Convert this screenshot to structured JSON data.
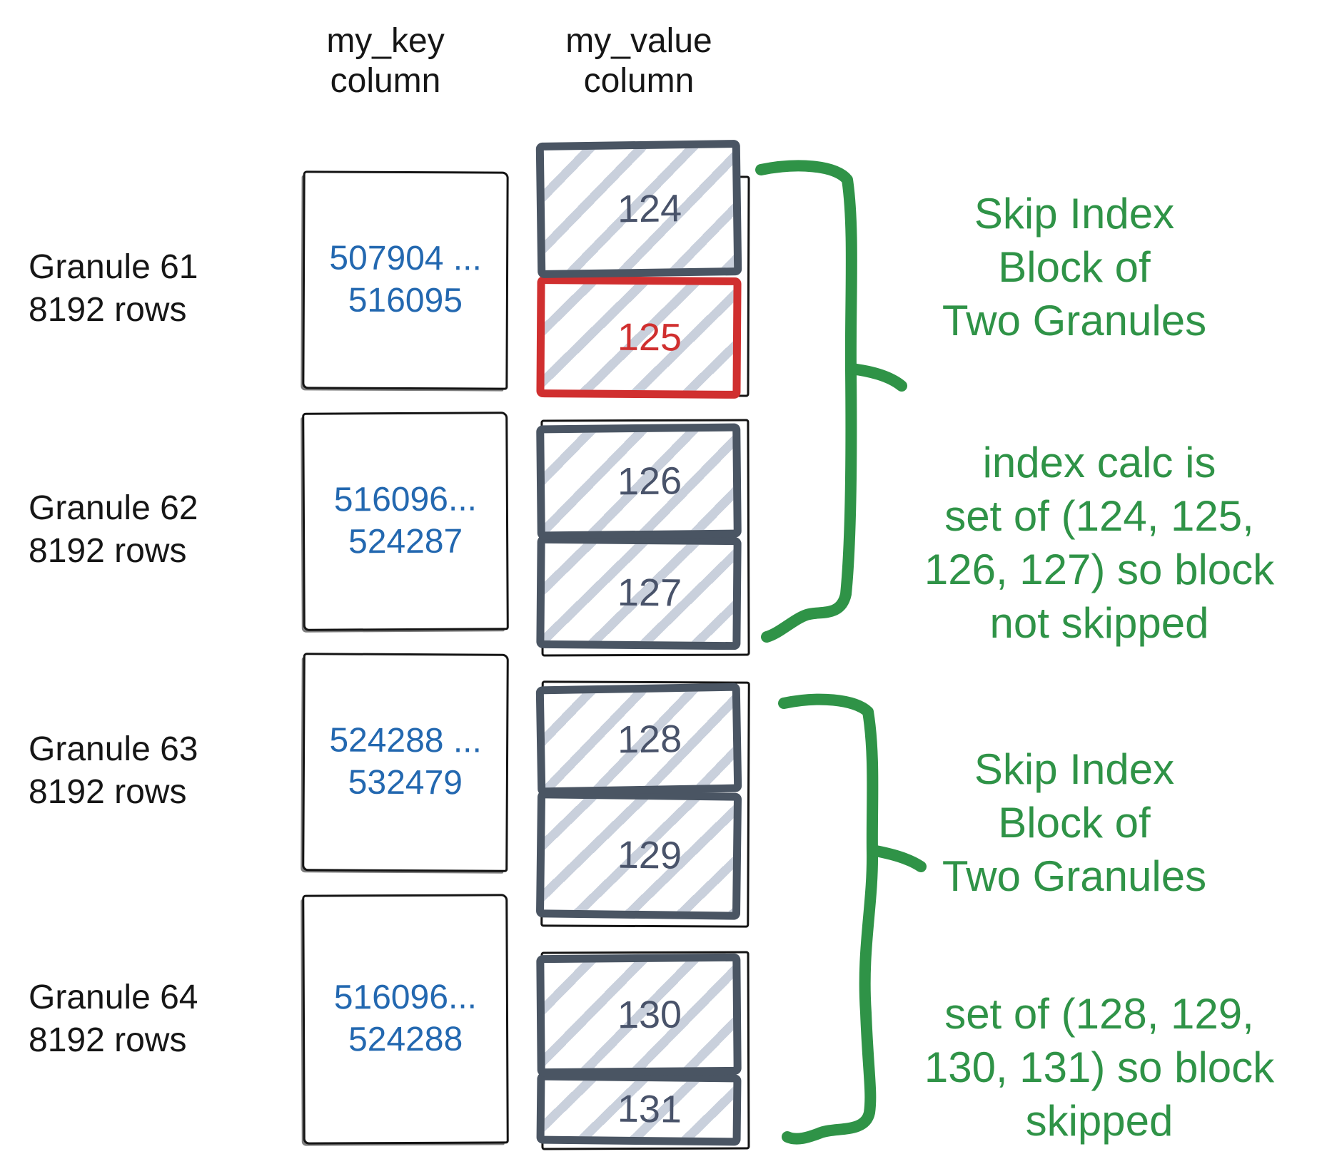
{
  "headers": {
    "key_column": "my_key\ncolumn",
    "value_column": "my_value\ncolumn"
  },
  "granules": [
    {
      "label": "Granule 61\n8192 rows",
      "key_range": "507904 ...\n516095",
      "value_blocks": [
        {
          "value": "124",
          "highlighted": false
        },
        {
          "value": "125",
          "highlighted": true
        }
      ]
    },
    {
      "label": "Granule 62\n8192 rows",
      "key_range": "516096...\n524287",
      "value_blocks": [
        {
          "value": "126",
          "highlighted": false
        },
        {
          "value": "127",
          "highlighted": false
        }
      ]
    },
    {
      "label": "Granule 63\n8192 rows",
      "key_range": "524288 ...\n532479",
      "value_blocks": [
        {
          "value": "128",
          "highlighted": false
        },
        {
          "value": "129",
          "highlighted": false
        }
      ]
    },
    {
      "label": "Granule 64\n8192 rows",
      "key_range": "516096...\n524288",
      "value_blocks": [
        {
          "value": "130",
          "highlighted": false
        },
        {
          "value": "131",
          "highlighted": false
        }
      ]
    }
  ],
  "annotations": [
    {
      "text": "Skip Index\nBlock of\nTwo Granules"
    },
    {
      "text": "index calc is\nset of (124, 125,\n126, 127) so block\nnot skipped"
    },
    {
      "text": "Skip Index\nBlock of\nTwo Granules"
    },
    {
      "text": "set of (128, 129,\n130, 131) so block\nskipped"
    }
  ],
  "colors": {
    "key_text": "#2368b0",
    "annotation_green": "#2f9347",
    "highlight_red": "#d02f2f",
    "block_border": "#4a5563",
    "hatch_stripe": "#c9d0dc",
    "sketch_outline": "#141414"
  }
}
